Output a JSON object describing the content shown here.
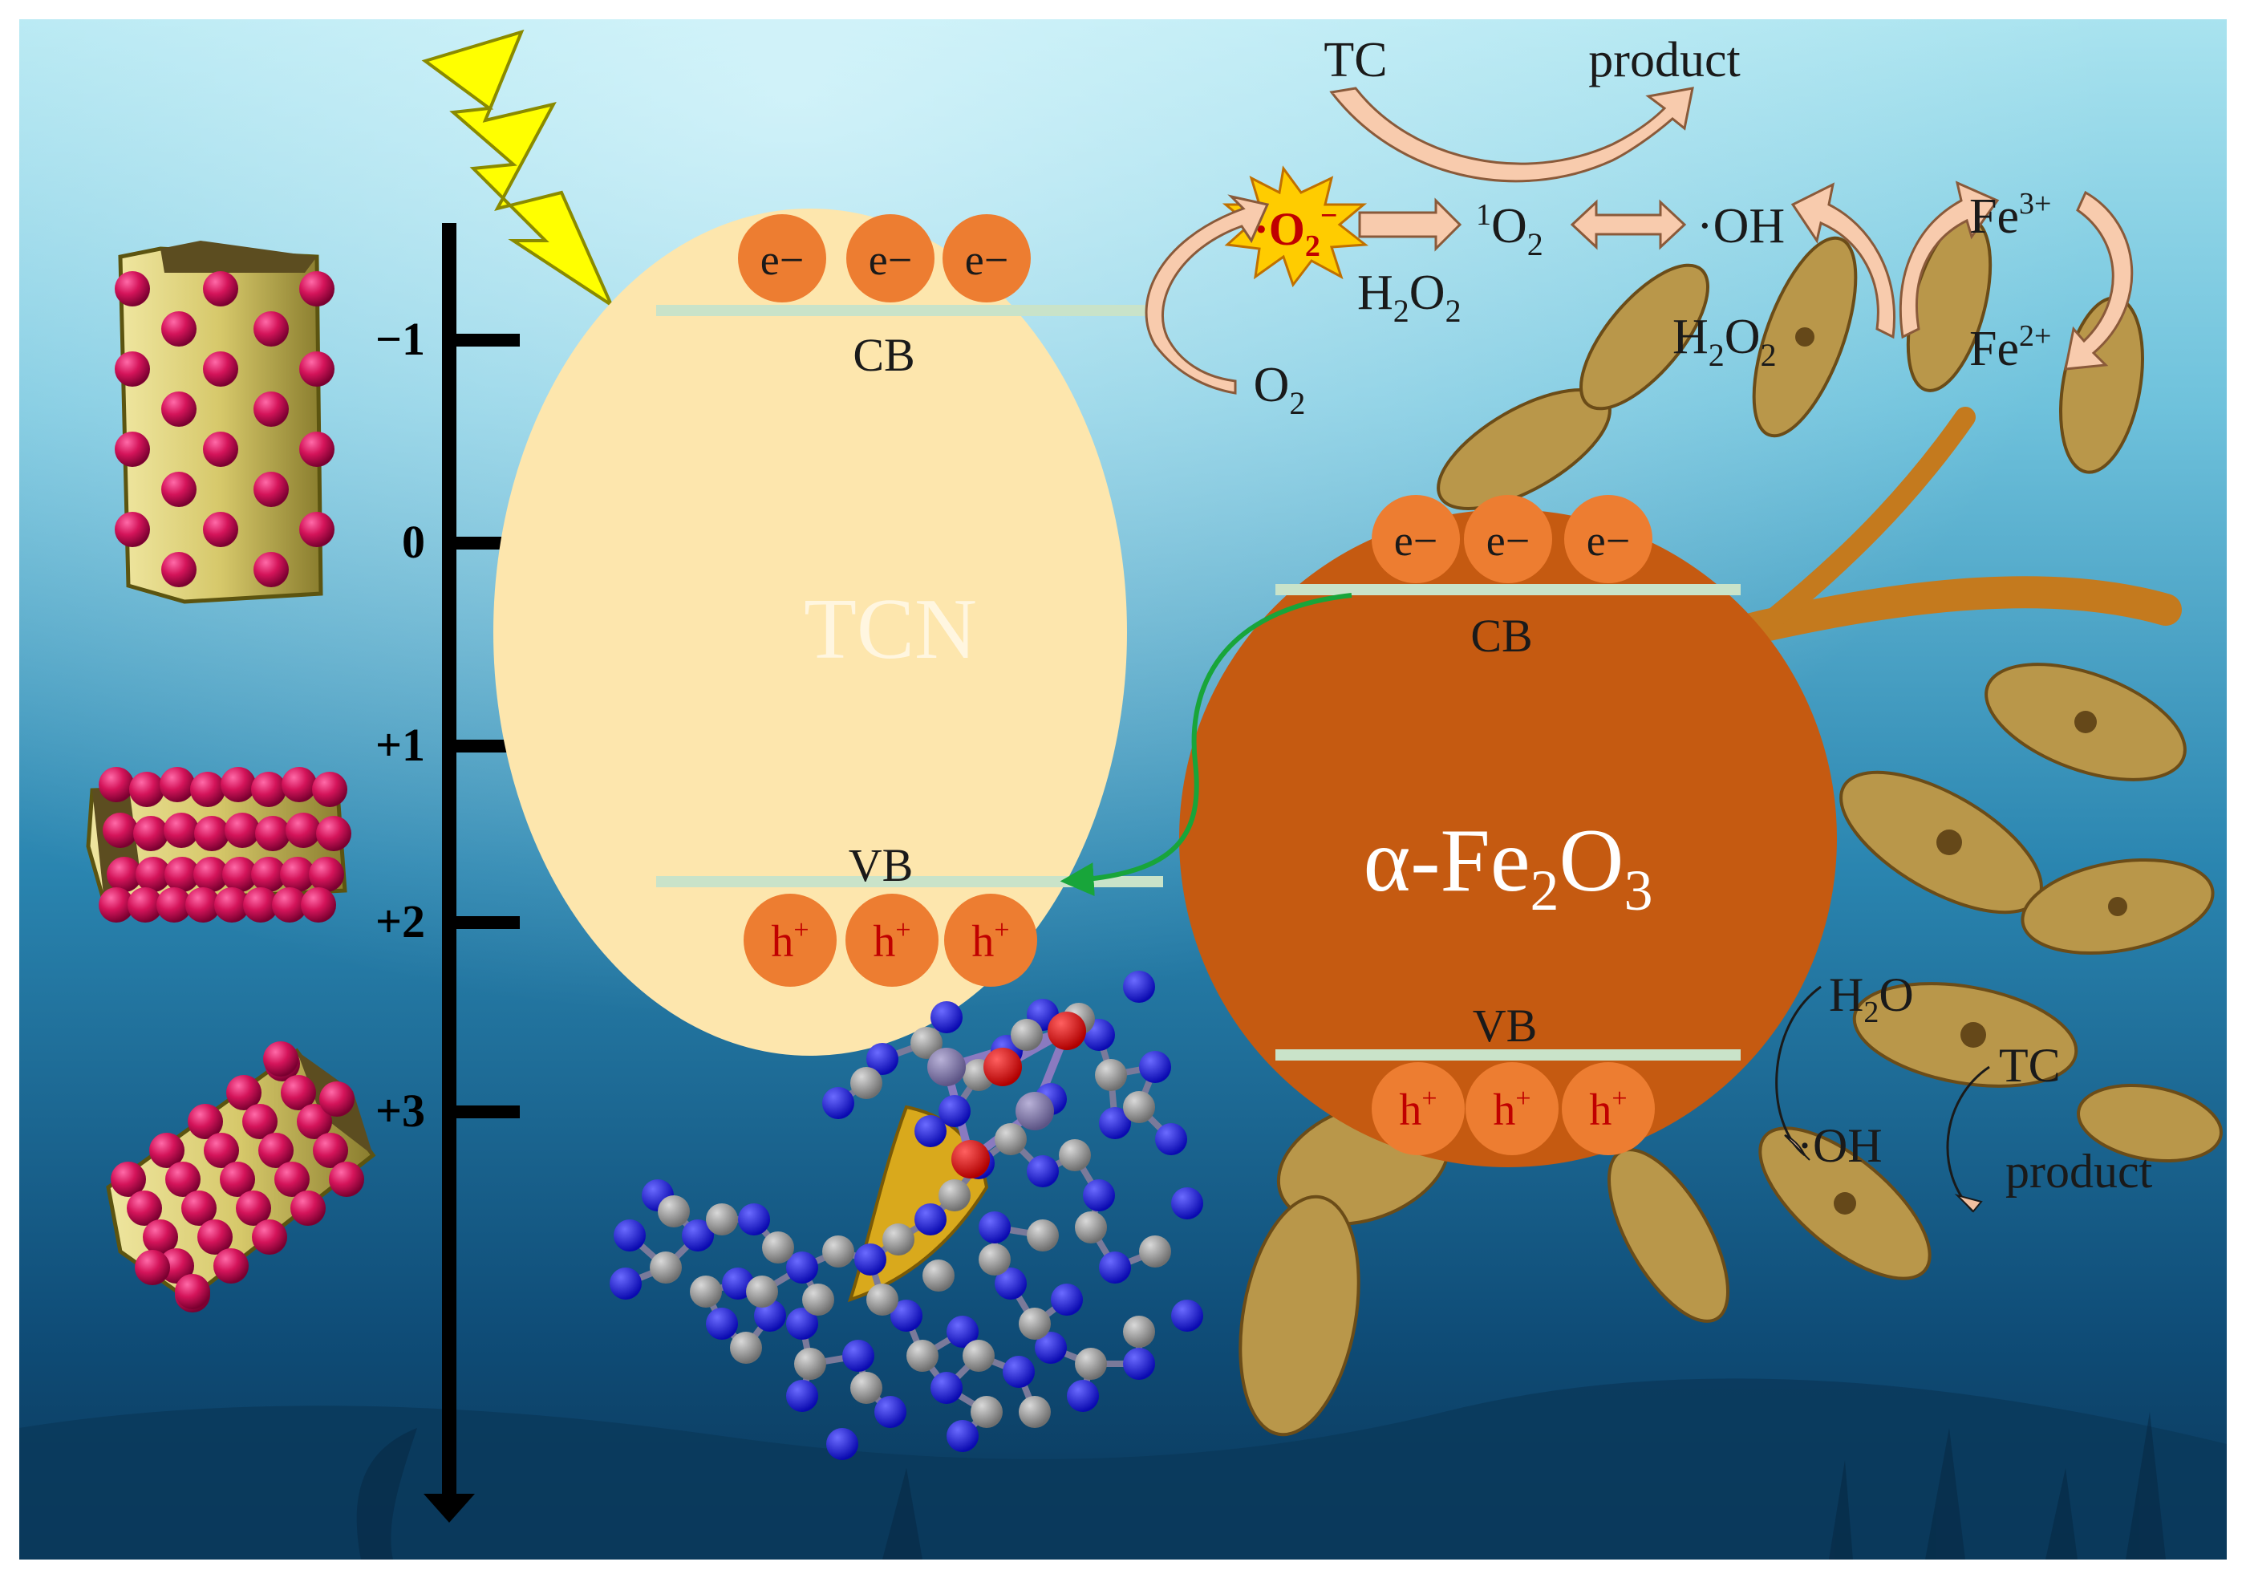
{
  "energy_axis": {
    "ticks": [
      "−1",
      "0",
      "+1",
      "+2",
      "+3"
    ]
  },
  "tcn": {
    "name": "TCN",
    "cb_label": "CB",
    "vb_label": "VB",
    "electrons": [
      "e−",
      "e−",
      "e−"
    ],
    "holes": [
      "h+",
      "h+",
      "h+"
    ]
  },
  "fe2o3": {
    "name_prefix": "α-Fe",
    "name_sub1": "2",
    "name_mid": "O",
    "name_sub2": "3",
    "cb_label": "CB",
    "vb_label": "VB",
    "electrons": [
      "e−",
      "e−",
      "e−"
    ],
    "holes": [
      "h+",
      "h+",
      "h+"
    ]
  },
  "reactions": {
    "tc_top": "TC",
    "product_top": "product",
    "superoxide": "·O",
    "superoxide_sub": "2",
    "superoxide_sup": "−",
    "singlet_sup": "1",
    "singlet": "O",
    "singlet_sub": "2",
    "oh_top": "·OH",
    "h2o2_mid_h": "H",
    "h2o2_mid_o": "O",
    "h2o2_sub": "2",
    "o2": "O",
    "o2_sub": "2",
    "fe3": "Fe",
    "fe3_sup": "3+",
    "fe2": "Fe",
    "fe2_sup": "2+",
    "h2o2_right_h": "H",
    "h2o2_right_o": "O",
    "h2o2_right_sub": "2",
    "h2o_h": "H",
    "h2o_sub": "2",
    "h2o_o": "O",
    "oh_bottom": "·OH",
    "tc_bottom": "TC",
    "product_bottom": "product"
  },
  "colors": {
    "tcn_fill": "#fde6ad",
    "fe2o3_fill": "#c55a11",
    "carrier_fill": "#ed7d31",
    "band_line": "#c9e3c9",
    "hole_text": "#c00000",
    "arrow_fill": "#f8cbad",
    "transfer_arrow": "#18a53a",
    "lightning": "#ffff00",
    "axis": "#000000"
  }
}
